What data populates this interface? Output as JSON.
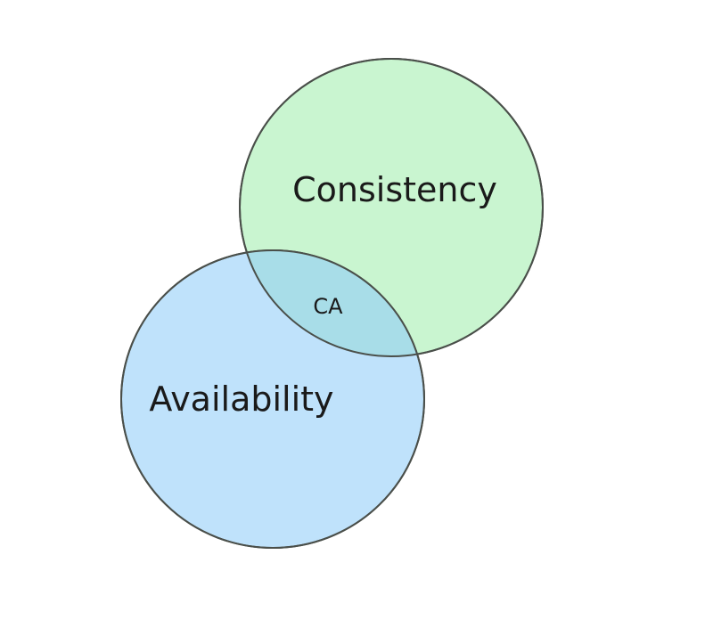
{
  "diagram": {
    "sets": [
      {
        "id": "consistency",
        "label": "Consistency",
        "fill": "#c9f5d0",
        "stroke": "#4a4f4a"
      },
      {
        "id": "availability",
        "label": "Availability",
        "fill": "#bfe2fb",
        "stroke": "#4a4f4a"
      }
    ],
    "intersection": {
      "label": "CA",
      "fill": "#a8dde8"
    }
  }
}
